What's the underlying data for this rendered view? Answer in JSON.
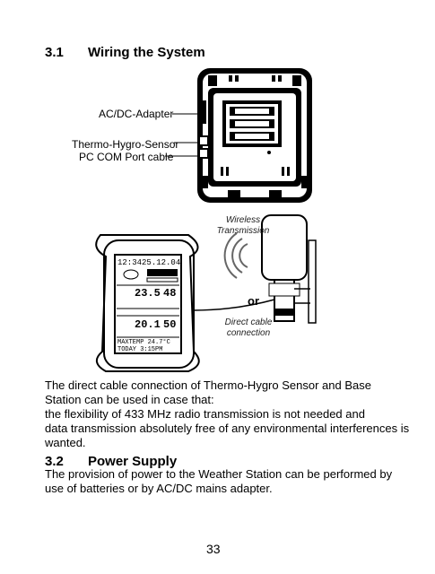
{
  "section_1": {
    "number": "3.1",
    "title": "Wiring the System"
  },
  "diagram": {
    "label_adapter": "AC/DC-Adapter",
    "label_sensor": "Thermo-Hygro-Sensor",
    "label_pc": "PC COM Port cable",
    "label_wireless_line1": "Wireless",
    "label_wireless_line2": "Transmission",
    "label_or": "or",
    "label_direct_line1": "Direct cable",
    "label_direct_line2": "connection",
    "lcd_lines": [
      "12:34",
      "25.12.04",
      "23.5",
      "48",
      "20.1",
      "50",
      "MAXTEMP 24.7°C",
      "TODAY 3:15PM"
    ]
  },
  "paragraph_1": {
    "line1": "The direct cable connection of Thermo-Hygro Sensor and Base",
    "line2": "Station can be used in case that:",
    "line3": "the flexibility of 433 MHz radio transmission is not needed and",
    "line4": "data transmission absolutely free of any environmental interferences is",
    "line5": "wanted."
  },
  "section_2": {
    "number": "3.2",
    "title": "Power Supply"
  },
  "paragraph_2": {
    "line1": "The provision of power to the Weather Station can be performed by",
    "line2": "use of batteries or by AC/DC mains adapter."
  },
  "page_number": "33"
}
